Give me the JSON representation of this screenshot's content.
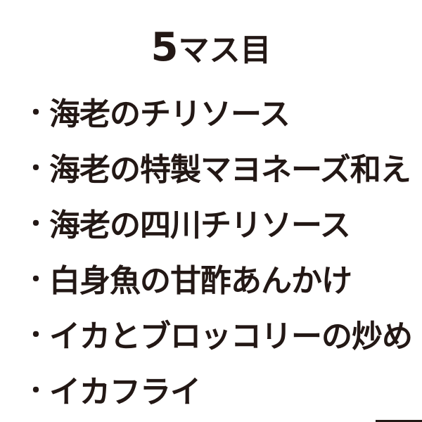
{
  "title": {
    "number": "5",
    "suffix": "マス目"
  },
  "bullet": "・",
  "items": [
    "海老のチリソース",
    "海老の特製マヨネーズ和え",
    "海老の四川チリソース",
    "白身魚の甘酢あんかけ",
    "イカとブロッコリーの炒め",
    "イカフライ"
  ],
  "colors": {
    "text": "#231815",
    "background": "#ffffff"
  }
}
